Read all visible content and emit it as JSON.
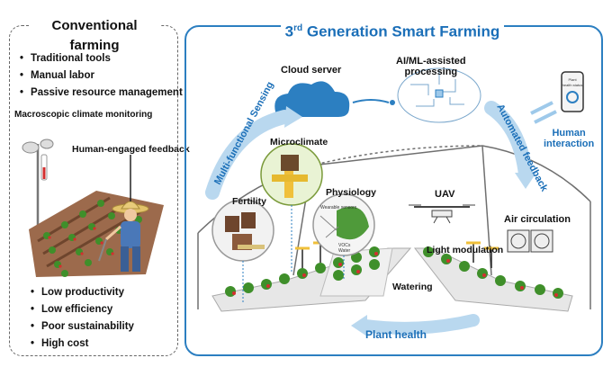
{
  "left_panel": {
    "title": "Conventional farming",
    "features": [
      "Traditional tools",
      "Manual labor",
      "Passive resource management"
    ],
    "climate_label": "Macroscopic climate monitoring",
    "feedback_label": "Human-engaged feedback",
    "outcomes": [
      "Low productivity",
      "Low efficiency",
      "Poor sustainability",
      "High cost"
    ]
  },
  "right_panel": {
    "title_prefix": "3",
    "title_sup": "rd",
    "title_rest": " Generation Smart Farming",
    "cloud_label": "Cloud server",
    "ai_label_line1": "AI/ML-assisted",
    "ai_label_line2": "processing",
    "sensing_label": "Multi-functional Sensing",
    "feedback_label": "Automated feedback",
    "human_label_line1": "Human",
    "human_label_line2": "interaction",
    "phone_line1": "Plant",
    "phone_line2": "health status",
    "microclimate_label": "Microclimate",
    "fertility_label": "Fertility",
    "physiology_label": "Physiology",
    "wearable_label": "Wearable sensors",
    "vocs_label": "VOCs",
    "water_label": "Water",
    "uav_label": "UAV",
    "air_label": "Air circulation",
    "light_label": "Light modulation",
    "watering_label": "Watering",
    "plant_health_label": "Plant health"
  },
  "colors": {
    "accent_blue": "#1b6fb8",
    "light_blue": "#9ec9ea",
    "soil_brown": "#8b5a3c",
    "leaf_green": "#3f8f2a",
    "tomato_red": "#d32f2f"
  }
}
